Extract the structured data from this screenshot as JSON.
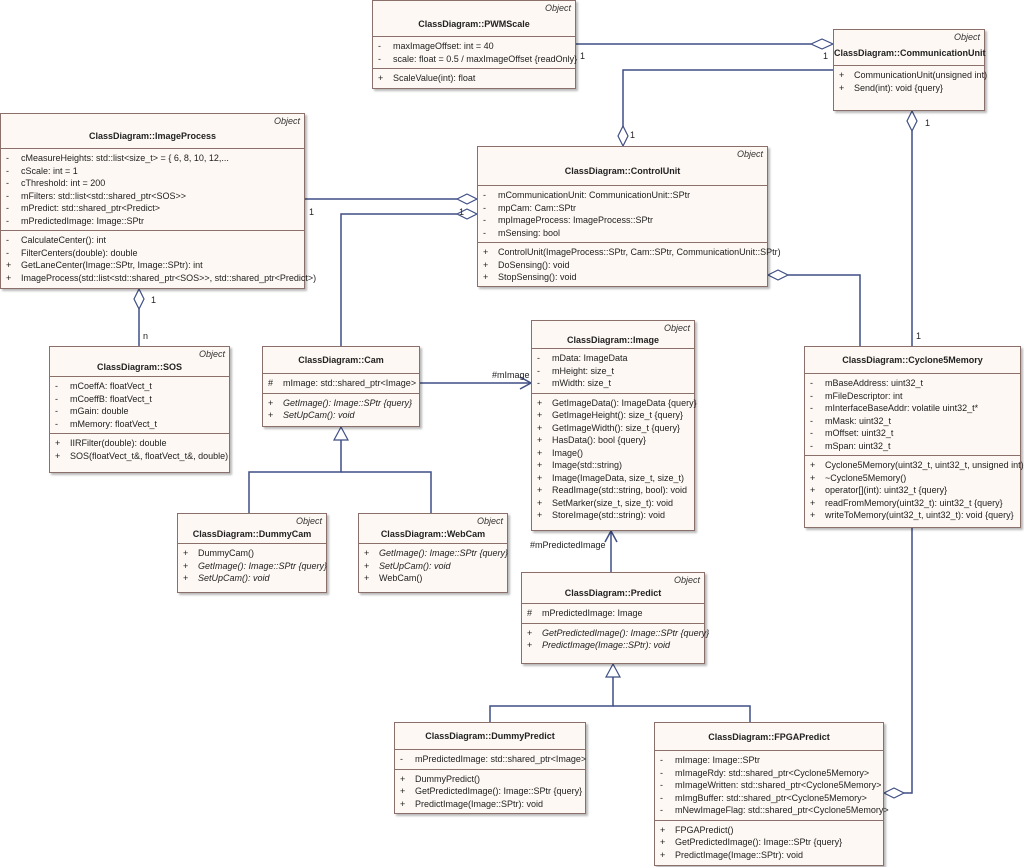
{
  "classes": [
    {
      "id": "pwmscale",
      "stereotype": "Object",
      "name": "ClassDiagram::PWMScale",
      "sections": [
        [
          {
            "v": "-",
            "t": "maxImageOffset: int = 40"
          },
          {
            "v": "-",
            "t": "scale: float = 0.5 / maxImageOffset {readOnly}"
          }
        ],
        [
          {
            "v": "+",
            "t": "ScaleValue(int): float"
          }
        ]
      ]
    },
    {
      "id": "communicationunit",
      "stereotype": "Object",
      "name": "ClassDiagram::CommunicationUnit",
      "sections": [
        [
          {
            "v": "+",
            "t": "CommunicationUnit(unsigned int)"
          },
          {
            "v": "+",
            "t": "Send(int): void {query}"
          }
        ]
      ]
    },
    {
      "id": "imageprocess",
      "stereotype": "Object",
      "name": "ClassDiagram::ImageProcess",
      "sections": [
        [
          {
            "v": "-",
            "t": "cMeasureHeights: std::list<size_t> = { 6, 8, 10, 12,..."
          },
          {
            "v": "-",
            "t": "cScale: int = 1"
          },
          {
            "v": "-",
            "t": "cThreshold: int = 200"
          },
          {
            "v": "-",
            "t": "mFilters: std::list<std::shared_ptr<SOS>>"
          },
          {
            "v": "-",
            "t": "mPredict: std::shared_ptr<Predict>"
          },
          {
            "v": "-",
            "t": "mPredictedImage: Image::SPtr"
          }
        ],
        [
          {
            "v": "-",
            "t": "CalculateCenter(): int"
          },
          {
            "v": "-",
            "t": "FilterCenters(double): double"
          },
          {
            "v": "+",
            "t": "GetLaneCenter(Image::SPtr, Image::SPtr): int"
          },
          {
            "v": "+",
            "t": "ImageProcess(std::list<std::shared_ptr<SOS>>, std::shared_ptr<Predict>)"
          }
        ]
      ]
    },
    {
      "id": "controlunit",
      "stereotype": "Object",
      "name": "ClassDiagram::ControlUnit",
      "sections": [
        [
          {
            "v": "-",
            "t": "mCommunicationUnit: CommunicationUnit::SPtr"
          },
          {
            "v": "-",
            "t": "mpCam: Cam::SPtr"
          },
          {
            "v": "-",
            "t": "mpImageProcess: ImageProcess::SPtr"
          },
          {
            "v": "-",
            "t": "mSensing: bool"
          }
        ],
        [
          {
            "v": "+",
            "t": "ControlUnit(ImageProcess::SPtr, Cam::SPtr, CommunicationUnit::SPtr)"
          },
          {
            "v": "+",
            "t": "DoSensing(): void"
          },
          {
            "v": "+",
            "t": "StopSensing(): void"
          }
        ]
      ]
    },
    {
      "id": "sos",
      "stereotype": "Object",
      "name": "ClassDiagram::SOS",
      "sections": [
        [
          {
            "v": "-",
            "t": "mCoeffA: floatVect_t"
          },
          {
            "v": "-",
            "t": "mCoeffB: floatVect_t"
          },
          {
            "v": "-",
            "t": "mGain: double"
          },
          {
            "v": "-",
            "t": "mMemory: floatVect_t"
          }
        ],
        [
          {
            "v": "+",
            "t": "IIRFilter(double): double"
          },
          {
            "v": "+",
            "t": "SOS(floatVect_t&, floatVect_t&, double)"
          }
        ]
      ]
    },
    {
      "id": "cam",
      "stereotype": "",
      "name": "ClassDiagram::Cam",
      "sections": [
        [
          {
            "v": "#",
            "t": "mImage: std::shared_ptr<Image>"
          }
        ],
        [
          {
            "v": "+",
            "t": "GetImage(): Image::SPtr {query}",
            "i": true
          },
          {
            "v": "+",
            "t": "SetUpCam(): void",
            "i": true
          }
        ]
      ]
    },
    {
      "id": "image",
      "stereotype": "Object",
      "name": "ClassDiagram::Image",
      "sections": [
        [
          {
            "v": "-",
            "t": "mData: ImageData"
          },
          {
            "v": "-",
            "t": "mHeight: size_t"
          },
          {
            "v": "-",
            "t": "mWidth: size_t"
          }
        ],
        [
          {
            "v": "+",
            "t": "GetImageData(): ImageData {query}"
          },
          {
            "v": "+",
            "t": "GetImageHeight(): size_t {query}"
          },
          {
            "v": "+",
            "t": "GetImageWidth(): size_t {query}"
          },
          {
            "v": "+",
            "t": "HasData(): bool {query}"
          },
          {
            "v": "+",
            "t": "Image()"
          },
          {
            "v": "+",
            "t": "Image(std::string)"
          },
          {
            "v": "+",
            "t": "Image(ImageData, size_t, size_t)"
          },
          {
            "v": "+",
            "t": "ReadImage(std::string, bool): void"
          },
          {
            "v": "+",
            "t": "SetMarker(size_t, size_t): void"
          },
          {
            "v": "+",
            "t": "StoreImage(std::string): void"
          }
        ]
      ]
    },
    {
      "id": "cyclone5memory",
      "stereotype": "",
      "name": "ClassDiagram::Cyclone5Memory",
      "sections": [
        [
          {
            "v": "-",
            "t": "mBaseAddress: uint32_t"
          },
          {
            "v": "-",
            "t": "mFileDescriptor: int"
          },
          {
            "v": "-",
            "t": "mInterfaceBaseAddr: volatile uint32_t*"
          },
          {
            "v": "-",
            "t": "mMask: uint32_t"
          },
          {
            "v": "-",
            "t": "mOffset: uint32_t"
          },
          {
            "v": "-",
            "t": "mSpan: uint32_t"
          }
        ],
        [
          {
            "v": "+",
            "t": "Cyclone5Memory(uint32_t, uint32_t, unsigned int)"
          },
          {
            "v": "+",
            "t": "~Cyclone5Memory()"
          },
          {
            "v": "+",
            "t": "operator[](int): uint32_t {query}"
          },
          {
            "v": "+",
            "t": "readFromMemory(uint32_t): uint32_t {query}"
          },
          {
            "v": "+",
            "t": "writeToMemory(uint32_t, uint32_t): void {query}"
          }
        ]
      ]
    },
    {
      "id": "dummycam",
      "stereotype": "Object",
      "name": "ClassDiagram::DummyCam",
      "sections": [
        [
          {
            "v": "+",
            "t": "DummyCam()"
          },
          {
            "v": "+",
            "t": "GetImage(): Image::SPtr {query}",
            "i": true
          },
          {
            "v": "+",
            "t": "SetUpCam(): void",
            "i": true
          }
        ]
      ]
    },
    {
      "id": "webcam",
      "stereotype": "Object",
      "name": "ClassDiagram::WebCam",
      "sections": [
        [
          {
            "v": "+",
            "t": "GetImage(): Image::SPtr {query}",
            "i": true
          },
          {
            "v": "+",
            "t": "SetUpCam(): void",
            "i": true
          },
          {
            "v": "+",
            "t": "WebCam()"
          }
        ]
      ]
    },
    {
      "id": "predict",
      "stereotype": "Object",
      "name": "ClassDiagram::Predict",
      "sections": [
        [
          {
            "v": "#",
            "t": "mPredictedImage: Image"
          }
        ],
        [
          {
            "v": "+",
            "t": "GetPredictedImage(): Image::SPtr {query}",
            "i": true
          },
          {
            "v": "+",
            "t": "PredictImage(Image::SPtr): void",
            "i": true
          }
        ]
      ]
    },
    {
      "id": "dummypredict",
      "stereotype": "",
      "name": "ClassDiagram::DummyPredict",
      "sections": [
        [
          {
            "v": "-",
            "t": "mPredictedImage: std::shared_ptr<Image>"
          }
        ],
        [
          {
            "v": "+",
            "t": "DummyPredict()"
          },
          {
            "v": "+",
            "t": "GetPredictedImage(): Image::SPtr {query}"
          },
          {
            "v": "+",
            "t": "PredictImage(Image::SPtr): void"
          }
        ]
      ]
    },
    {
      "id": "fpgapredict",
      "stereotype": "",
      "name": "ClassDiagram::FPGAPredict",
      "sections": [
        [
          {
            "v": "-",
            "t": "mImage: Image::SPtr"
          },
          {
            "v": "-",
            "t": "mImageRdy: std::shared_ptr<Cyclone5Memory>"
          },
          {
            "v": "-",
            "t": "mImageWritten: std::shared_ptr<Cyclone5Memory>"
          },
          {
            "v": "-",
            "t": "mImgBuffer: std::shared_ptr<Cyclone5Memory>"
          },
          {
            "v": "-",
            "t": "mNewImageFlag: std::shared_ptr<Cyclone5Memory>"
          }
        ],
        [
          {
            "v": "+",
            "t": "FPGAPredict()"
          },
          {
            "v": "+",
            "t": "GetPredictedImage(): Image::SPtr {query}"
          },
          {
            "v": "+",
            "t": "PredictImage(Image::SPtr): void"
          }
        ]
      ]
    }
  ],
  "labels": {
    "m_pwm_comm": "1",
    "m_comm_pwm": "1",
    "m_ctrl_pwm": "1",
    "m_comm_cyc": "1",
    "m_cyc_comm": "1",
    "m_ip_ctrl": "1",
    "m_ctrl_ip": "1",
    "m_ip_sos": "1",
    "m_sos_ip": "n",
    "role_mimage": "#mImage",
    "role_mpredictedimage": "#mPredictedImage"
  }
}
